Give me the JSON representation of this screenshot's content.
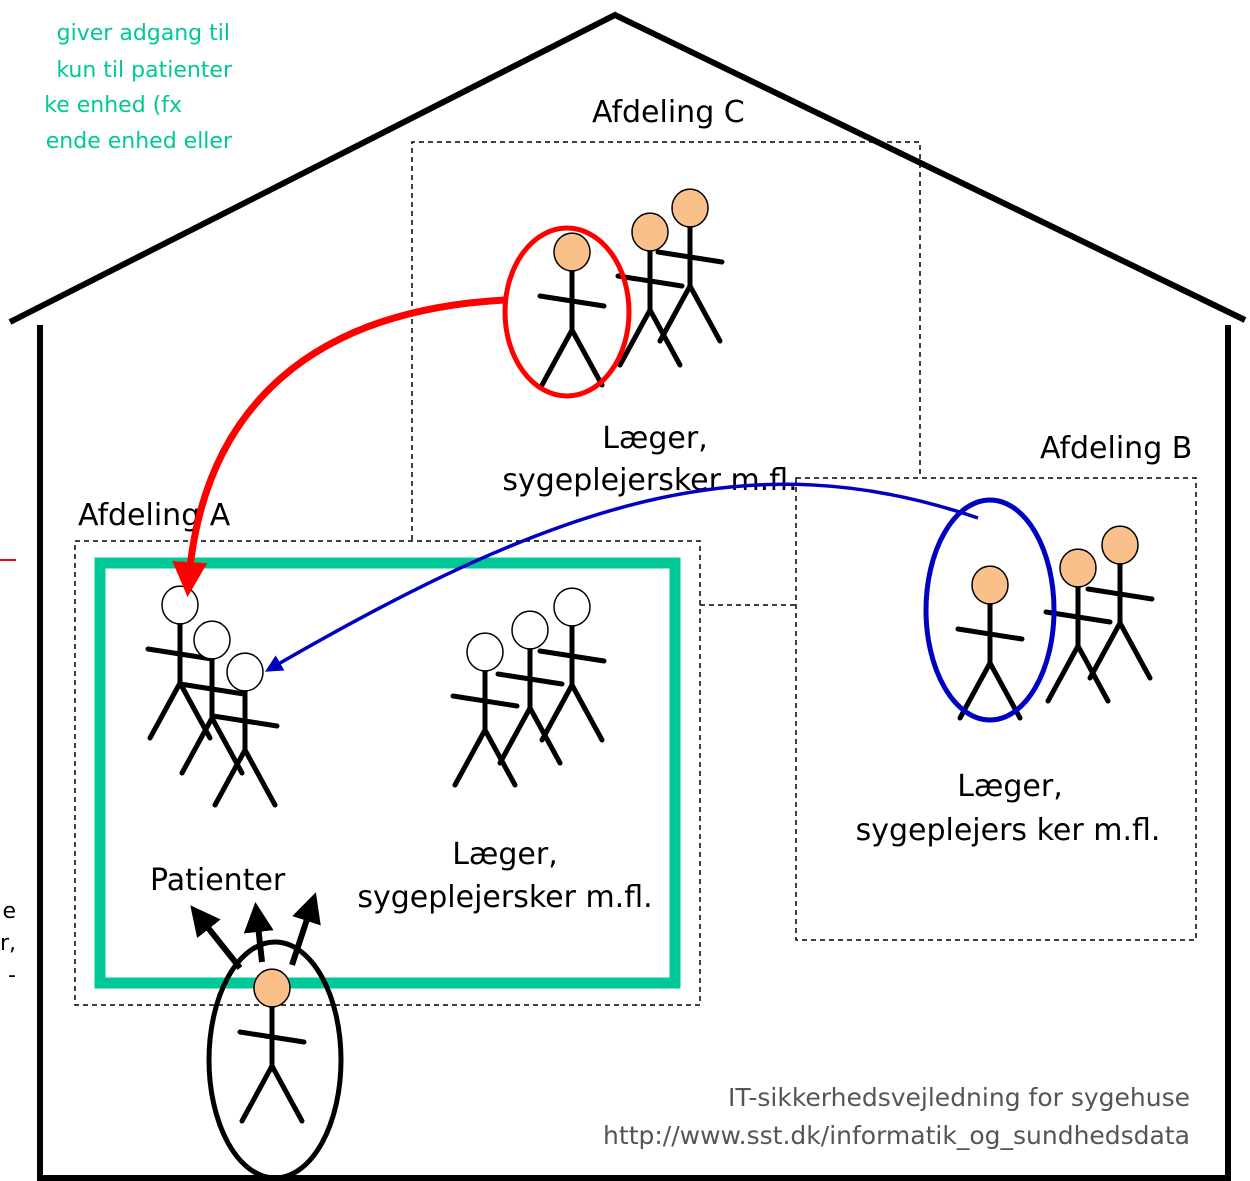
{
  "departments": {
    "a": "Afdeling A",
    "b": "Afdeling B",
    "c": "Afdeling C"
  },
  "groups": {
    "patients": "Patienter",
    "staff_a_line1": "Læger,",
    "staff_a_line2": "sygeplejersker m.fl.",
    "staff_b_line1": "Læger,",
    "staff_b_line2": "sygeplejers ker m.fl.",
    "staff_c_line1": "Læger,",
    "staff_c_line2": "sygeplejersker m.fl."
  },
  "clipped_note_teal": [
    "giver adgang til",
    "kun til patienter",
    "ke enhed (fx",
    "ende enhed eller"
  ],
  "clipped_note_black": [
    "e",
    "r,",
    "-"
  ],
  "credit": {
    "line1": "IT-sikkerhedsvejledning for sygehuse",
    "line2": "http://www.sst.dk/informatik_og_sundhedsdata"
  },
  "colors": {
    "roof_walls": "#000000",
    "access_zone": "#00c896",
    "arrow_from_c": "#ff0000",
    "arrow_from_b": "#0000c0",
    "head_fill": "#f9c08a"
  }
}
